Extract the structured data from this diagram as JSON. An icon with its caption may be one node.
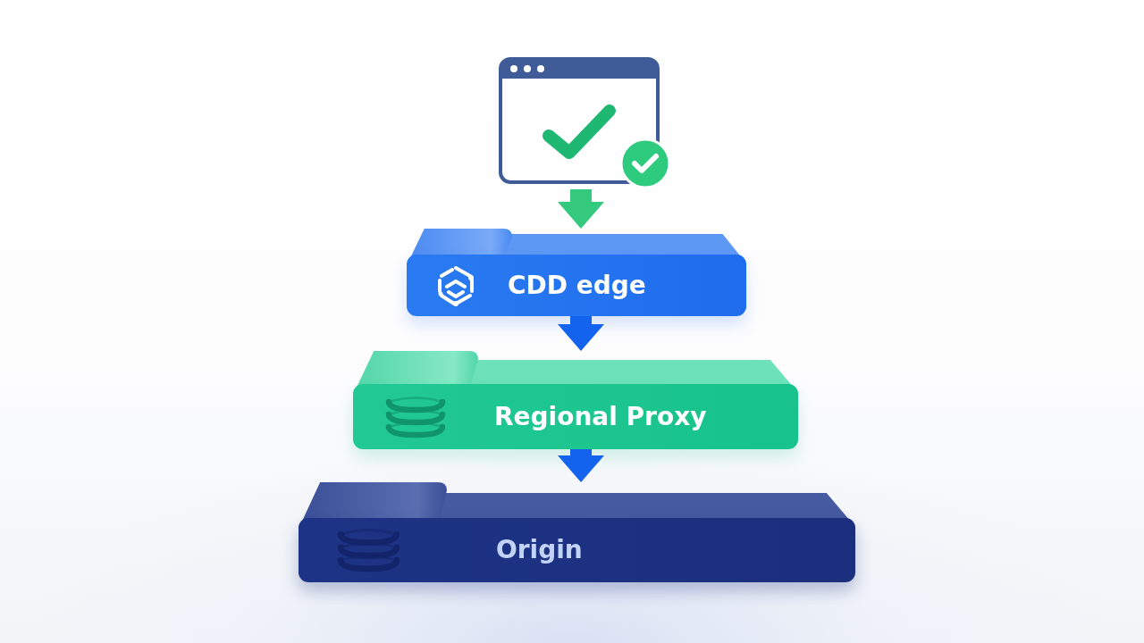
{
  "diagram": {
    "nodes": [
      {
        "text": [],
        "shape": "picture"
      },
      {
        "text": [
          "CDD edge"
        ]
      },
      {
        "text": [
          "Regional Proxy"
        ]
      },
      {
        "text": [
          "Origin"
        ]
      }
    ],
    "edges": [
      {
        "from": 0,
        "to": 1,
        "arrow": "to",
        "color": "#34c97c"
      },
      {
        "from": 1,
        "to": 2,
        "arrow": "to"
      },
      {
        "from": 2,
        "to": 3,
        "arrow": "to"
      }
    ]
  }
}
